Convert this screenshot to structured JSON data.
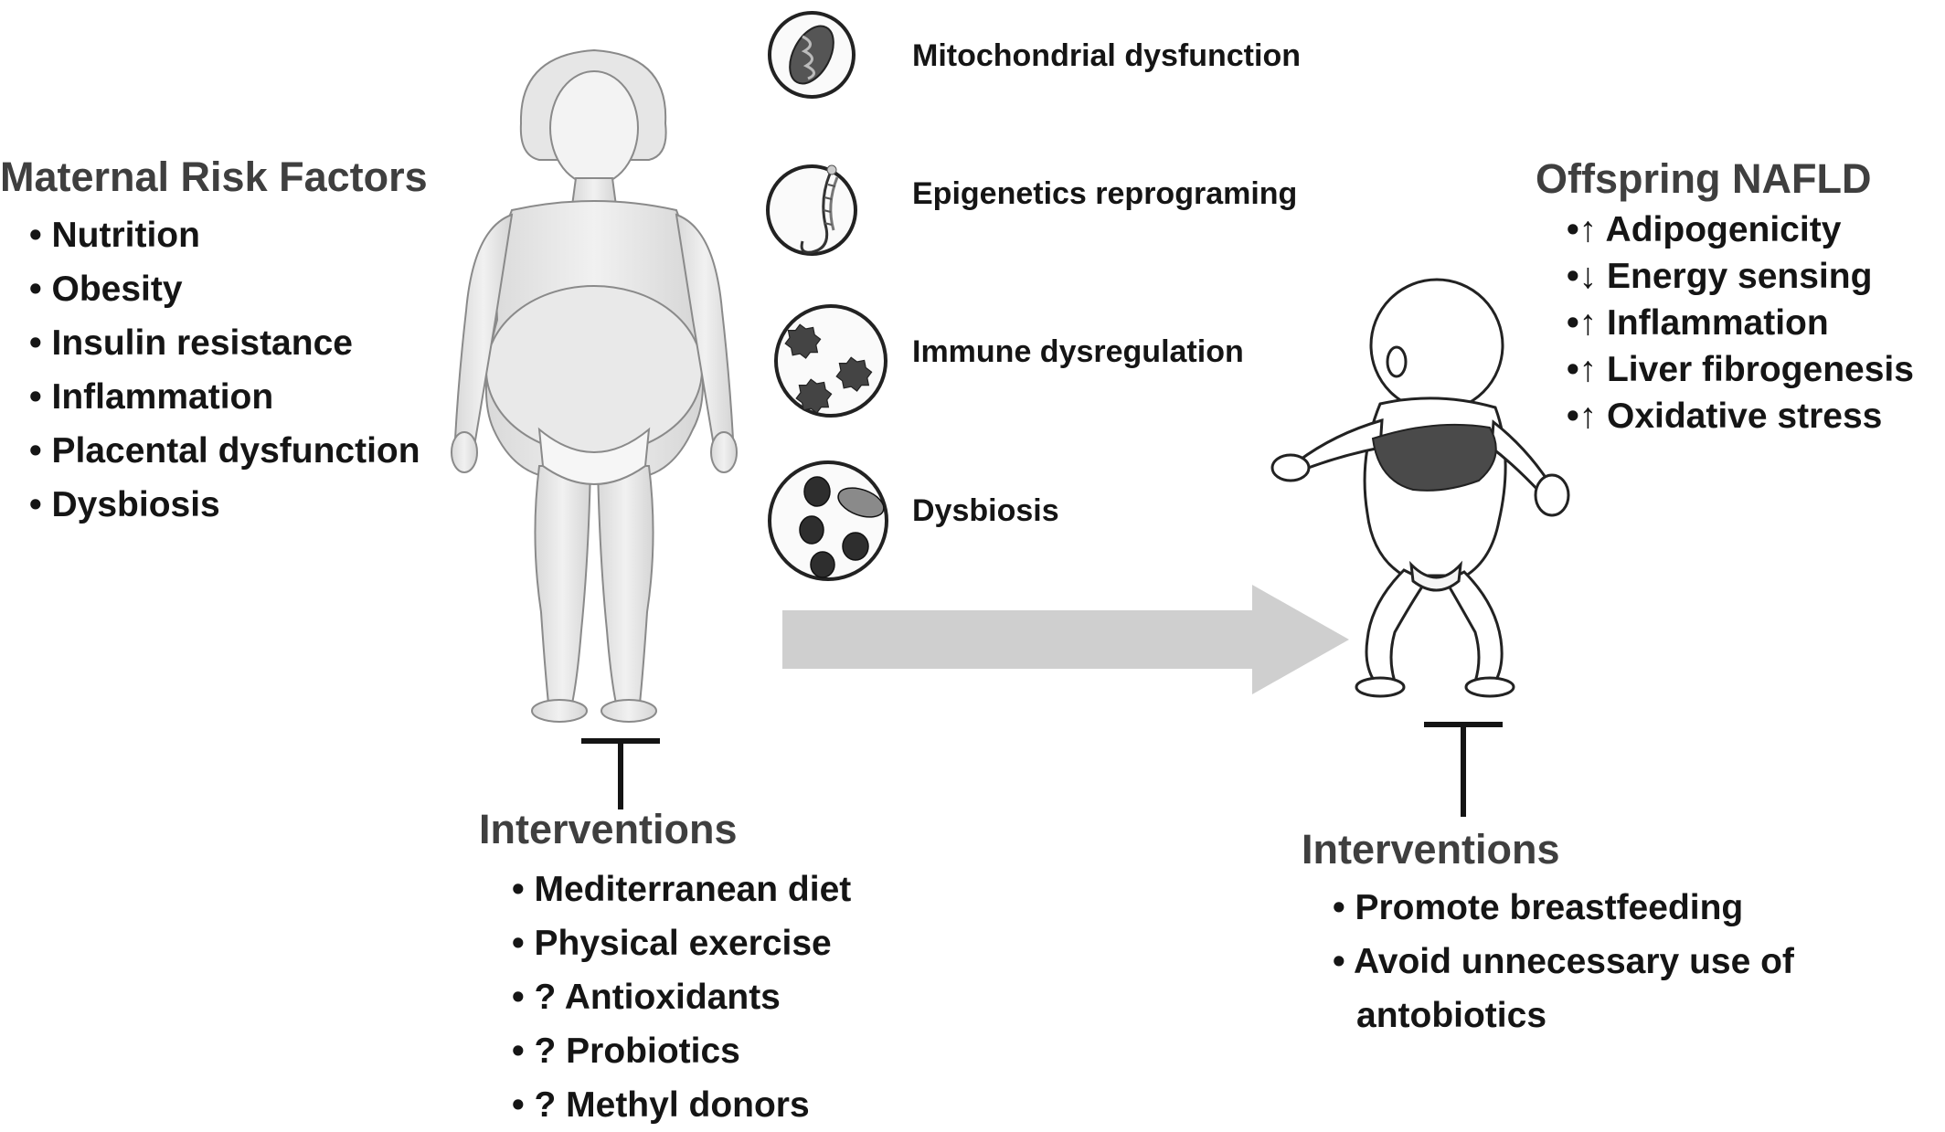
{
  "maternal": {
    "heading": "Maternal Risk Factors",
    "items": [
      "• Nutrition",
      "• Obesity",
      "• Insulin resistance",
      "• Inflammation",
      "• Placental dysfunction",
      "• Dysbiosis"
    ]
  },
  "mechanisms": [
    {
      "label": "Mitochondrial dysfunction",
      "icon": "mitochondrion-icon"
    },
    {
      "label": "Epigenetics reprograming",
      "icon": "dna-icon"
    },
    {
      "label": "Immune dysregulation",
      "icon": "immune-cells-icon"
    },
    {
      "label": "Dysbiosis",
      "icon": "bacteria-icon"
    }
  ],
  "offspring": {
    "heading": "Offspring NAFLD",
    "items": [
      "•↑ Adipogenicity",
      "•↓ Energy sensing",
      "•↑ Inflammation",
      "•↑ Liver fibrogenesis",
      "•↑ Oxidative stress"
    ]
  },
  "maternal_interventions": {
    "heading": "Interventions",
    "items": [
      "• Mediterranean diet",
      "• Physical exercise",
      "• ? Antioxidants",
      "• ? Probiotics",
      "• ? Methyl donors"
    ]
  },
  "infant_interventions": {
    "heading": "Interventions",
    "items": [
      "• Promote breastfeeding",
      "• Avoid unnecessary use of",
      "antobiotics"
    ]
  },
  "colors": {
    "arrow": "#cfcfcf",
    "heading_text": "#3f3f3f",
    "body_text": "#151515",
    "liver": "#4a4a4a"
  }
}
